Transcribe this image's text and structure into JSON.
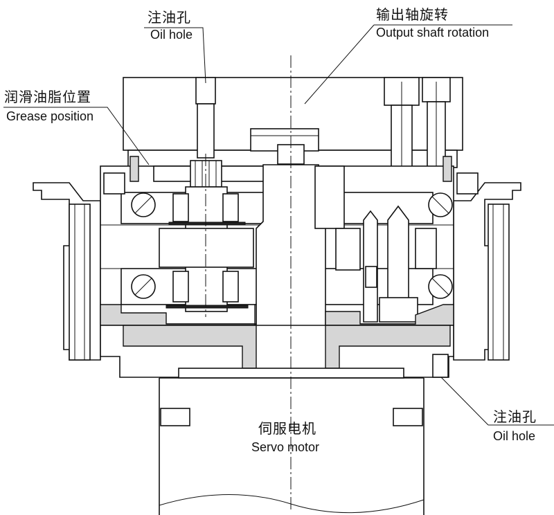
{
  "labels": {
    "oil_hole_top": {
      "cn": "注油孔",
      "en": "Oil hole"
    },
    "output_rotation": {
      "cn": "输出轴旋转",
      "en": "Output shaft rotation"
    },
    "grease_position": {
      "cn": "润滑油脂位置",
      "en": "Grease position"
    },
    "servo_motor": {
      "cn": "伺服电机",
      "en": "Servo motor"
    },
    "oil_hole_bottom": {
      "cn": "注油孔",
      "en": "Oil hole"
    }
  },
  "colors": {
    "line": "#111111",
    "fill_grey": "#d6d6d6",
    "background": "#ffffff"
  }
}
